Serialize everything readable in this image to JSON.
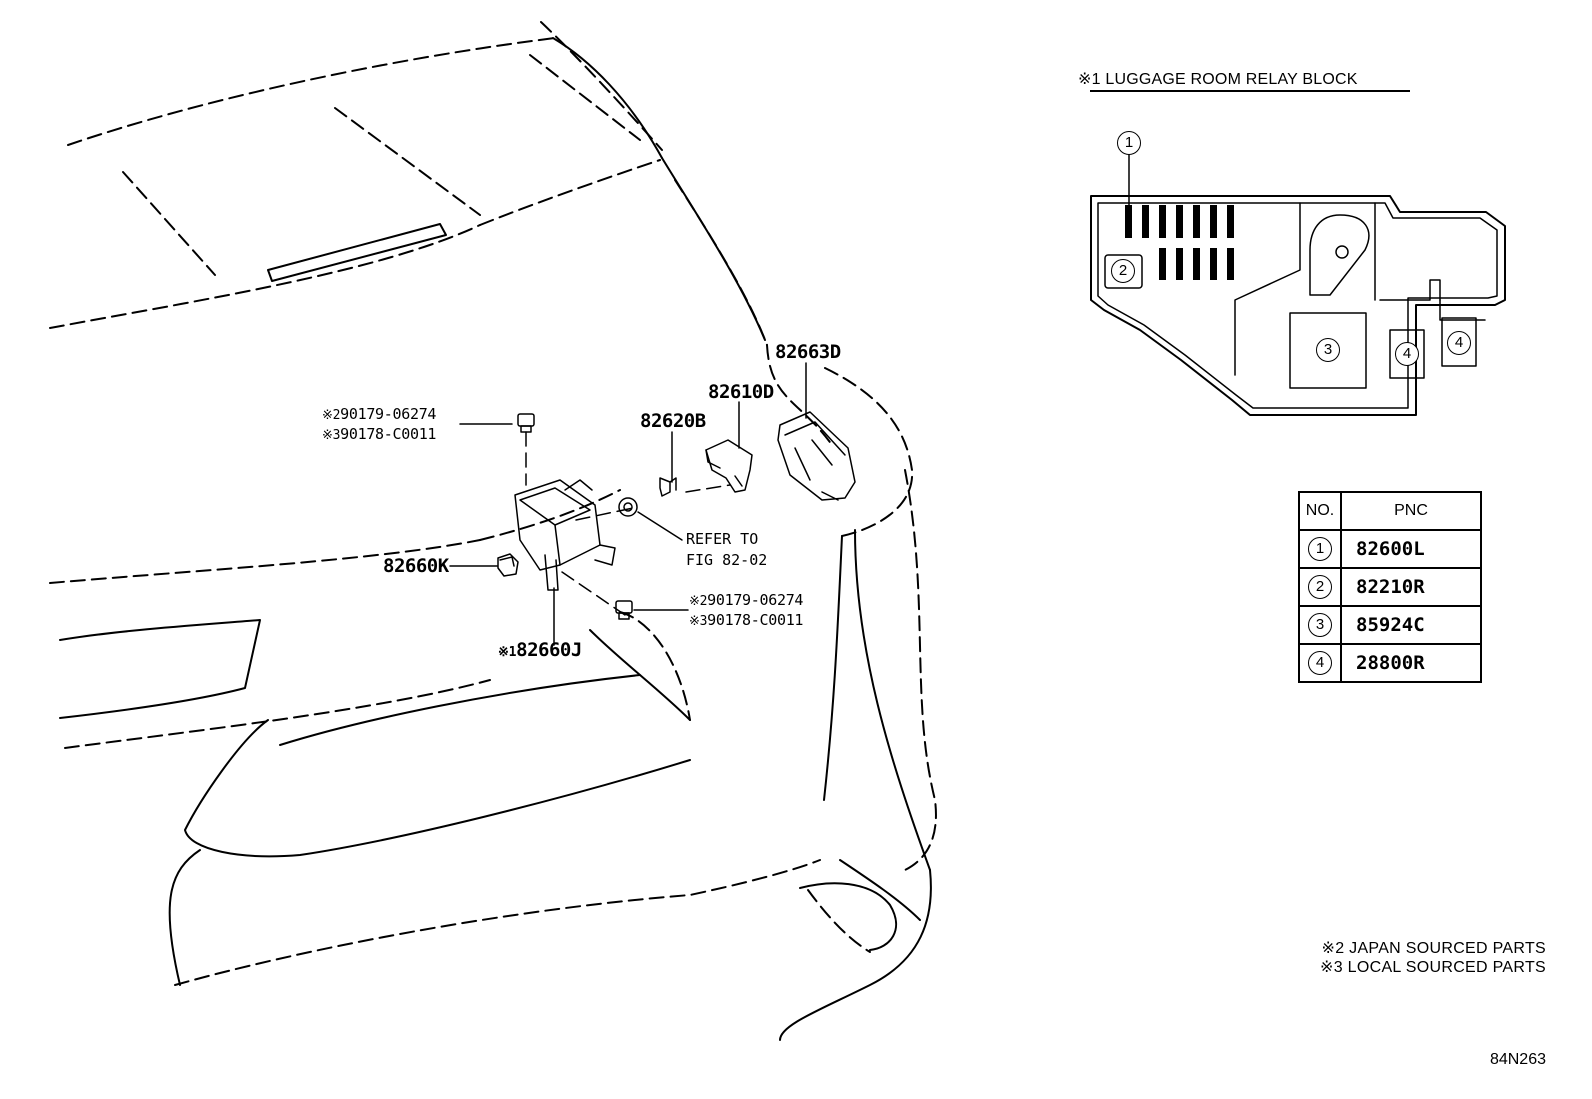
{
  "diagram_labels": {
    "part_82663D": "82663D",
    "part_82610D": "82610D",
    "part_82620B": "82620B",
    "part_82660K": "82660K",
    "part_82660J": "82660J",
    "part_82660J_mark": "※1",
    "bolt_top_1_mark": "※2",
    "bolt_top_1": "90179-06274",
    "bolt_top_2_mark": "※3",
    "bolt_top_2": "90178-C0011",
    "bolt_bottom_1_mark": "※2",
    "bolt_bottom_1": "90179-06274",
    "bolt_bottom_2_mark": "※3",
    "bolt_bottom_2": "90178-C0011",
    "refer_line1": "REFER TO",
    "refer_line2": "FIG 82-02"
  },
  "relay_block": {
    "title": "※1 LUGGAGE ROOM RELAY BLOCK",
    "callouts": [
      "1",
      "2",
      "3",
      "4",
      "4"
    ]
  },
  "pnc_table": {
    "header_no": "NO.",
    "header_pnc": "PNC",
    "rows": [
      {
        "no": "1",
        "pnc": "82600L"
      },
      {
        "no": "2",
        "pnc": "82210R"
      },
      {
        "no": "3",
        "pnc": "85924C"
      },
      {
        "no": "4",
        "pnc": "28800R"
      }
    ]
  },
  "notes": {
    "note2": "※2 JAPAN SOURCED PARTS",
    "note3": "※3 LOCAL SOURCED PARTS"
  },
  "figure_number": "84N263"
}
